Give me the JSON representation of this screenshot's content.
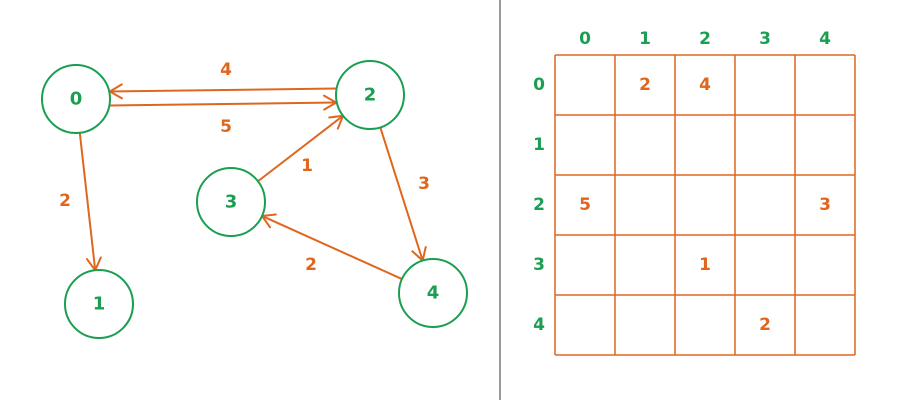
{
  "colors": {
    "node": "#1a9e52",
    "edge": "#e0661e",
    "divider": "#999999"
  },
  "graph": {
    "nodes": [
      {
        "id": "0",
        "label": "0"
      },
      {
        "id": "1",
        "label": "1"
      },
      {
        "id": "2",
        "label": "2"
      },
      {
        "id": "3",
        "label": "3"
      },
      {
        "id": "4",
        "label": "4"
      }
    ],
    "edges": [
      {
        "from": "0",
        "to": "2",
        "weight": "4"
      },
      {
        "from": "2",
        "to": "0",
        "weight": "5"
      },
      {
        "from": "0",
        "to": "1",
        "weight": "2"
      },
      {
        "from": "3",
        "to": "2",
        "weight": "1"
      },
      {
        "from": "2",
        "to": "4",
        "weight": "3"
      },
      {
        "from": "4",
        "to": "3",
        "weight": "2"
      }
    ]
  },
  "matrix": {
    "col_headers": [
      "0",
      "1",
      "2",
      "3",
      "4"
    ],
    "row_headers": [
      "0",
      "1",
      "2",
      "3",
      "4"
    ],
    "cells": [
      [
        "",
        "2",
        "4",
        "",
        ""
      ],
      [
        "",
        "",
        "",
        "",
        ""
      ],
      [
        "5",
        "",
        "",
        "",
        "3"
      ],
      [
        "",
        "",
        "1",
        "",
        ""
      ],
      [
        "",
        "",
        "",
        "2",
        ""
      ]
    ]
  }
}
